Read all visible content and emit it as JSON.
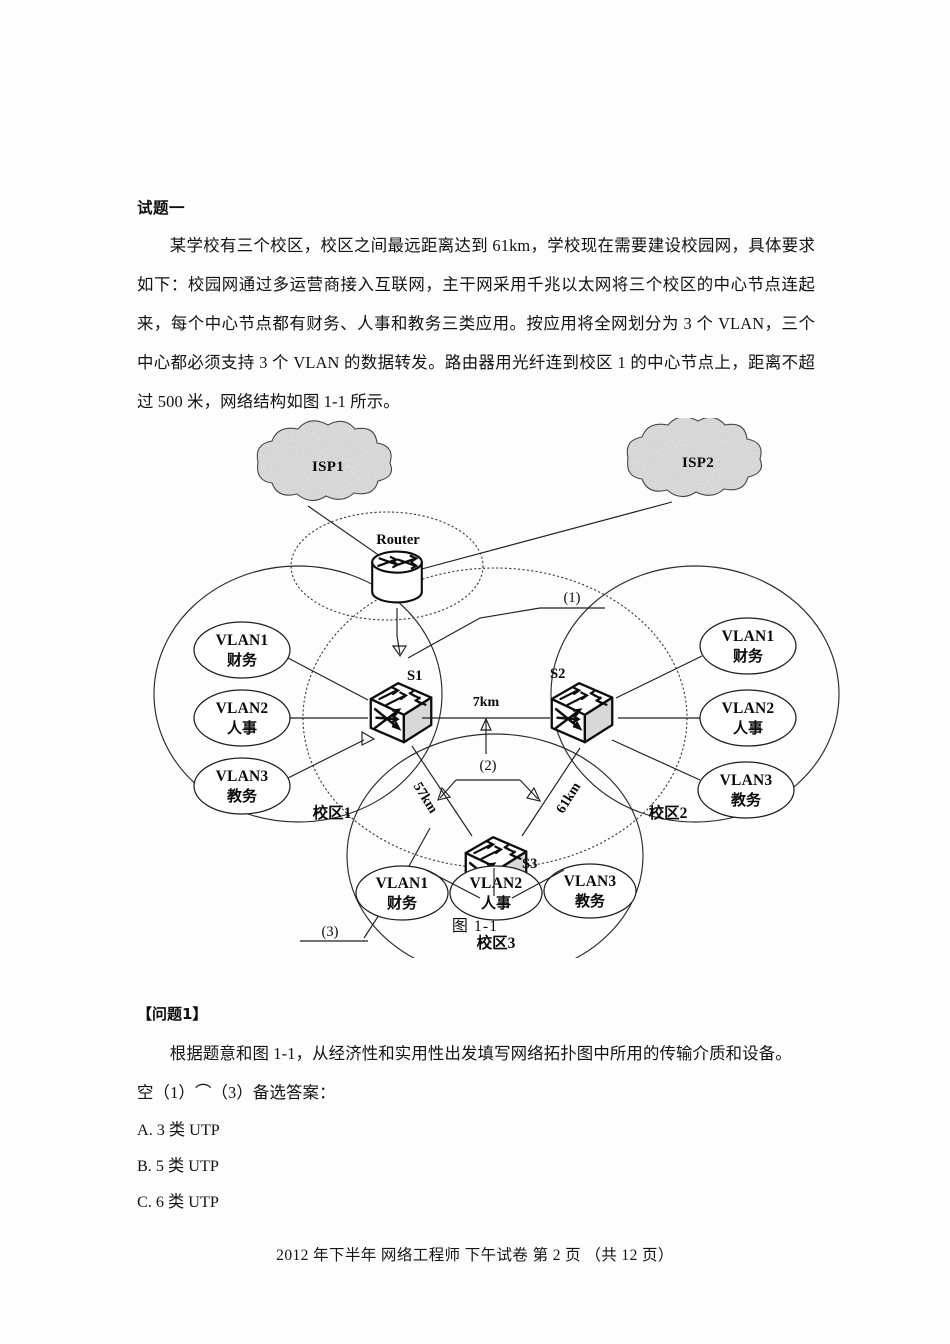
{
  "document": {
    "title": "试题一",
    "paragraphs": [
      "某学校有三个校区，校区之间最远距离达到 61km，学校现在需要建设校园网，具体要求如下：校园网通过多运营商接入互联网，主干网采用千兆以太网将三个校区的中心节点连起来，每个中心节点都有财务、人事和教务三类应用。按应用将全网划分为 3 个 VLAN，三个中心都必须支持 3 个 VLAN 的数据转发。路由器用光纤连到校区 1 的中心节点上，距离不超过 500 米，网络结构如图 1-1 所示。"
    ],
    "figure_caption": "图 1-1",
    "question": {
      "heading": "【问题1】",
      "body": "根据题意和图 1-1，从经济性和实用性出发填写网络拓扑图中所用的传输介质和设备。",
      "prompt": "空（1）⌒（3）备选答案：",
      "options": [
        "A. 3 类 UTP",
        "B. 5 类 UTP",
        "C. 6 类 UTP"
      ]
    },
    "footer": "2012 年下半年  网络工程师  下午试卷  第 2 页  （共 12 页）"
  },
  "diagram": {
    "clouds": [
      {
        "label": "ISP1"
      },
      {
        "label": "ISP2"
      }
    ],
    "router": {
      "label": "Router",
      "icon": "router-icon"
    },
    "switches": [
      {
        "label": "S1",
        "icon": "switch-icon"
      },
      {
        "label": "S2",
        "icon": "switch-icon"
      },
      {
        "label": "S3",
        "icon": "switch-icon"
      }
    ],
    "campuses": [
      {
        "label": "校区1",
        "switch": "S1",
        "vlans": [
          {
            "name": "VLAN1",
            "dept": "财务"
          },
          {
            "name": "VLAN2",
            "dept": "人事"
          },
          {
            "name": "VLAN3",
            "dept": "教务"
          }
        ]
      },
      {
        "label": "校区2",
        "switch": "S2",
        "vlans": [
          {
            "name": "VLAN1",
            "dept": "财务"
          },
          {
            "name": "VLAN2",
            "dept": "人事"
          },
          {
            "name": "VLAN3",
            "dept": "教务"
          }
        ]
      },
      {
        "label": "校区3",
        "switch": "S3",
        "vlans": [
          {
            "name": "VLAN1",
            "dept": "财务"
          },
          {
            "name": "VLAN2",
            "dept": "人事"
          },
          {
            "name": "VLAN3",
            "dept": "教务"
          }
        ]
      }
    ],
    "link_labels": [
      {
        "id": "s1-s2",
        "text": "7km"
      },
      {
        "id": "s1-s3",
        "text": "57km"
      },
      {
        "id": "s2-s3",
        "text": "61km"
      }
    ],
    "blanks": [
      {
        "id": "blank-1",
        "text": "(1)"
      },
      {
        "id": "blank-2",
        "text": "(2)"
      },
      {
        "id": "blank-3",
        "text": "(3)"
      }
    ]
  },
  "colors": {
    "page_bg": "#fdfdfd",
    "ink": "#111111",
    "line": "#1f1f1f",
    "cloud_fill": "#e9e9e9"
  }
}
